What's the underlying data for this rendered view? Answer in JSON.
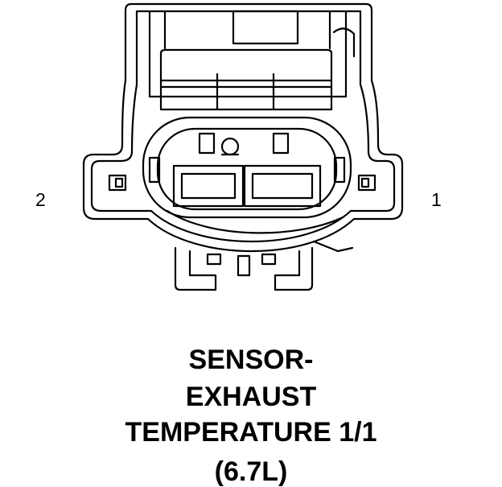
{
  "pins": {
    "left": "2",
    "right": "1"
  },
  "caption": {
    "line1": "SENSOR-",
    "line2": "EXHAUST",
    "line3": "TEMPERATURE 1/1",
    "line4": "(6.7L)"
  }
}
